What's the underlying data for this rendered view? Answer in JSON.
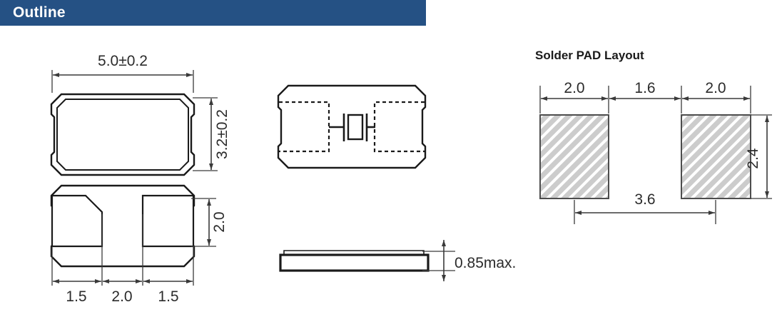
{
  "header": {
    "title": "Outline"
  },
  "pad_section": {
    "title": "Solder PAD Layout"
  },
  "outline_view": {
    "name": "top-view",
    "width_dimension": "5.0±0.2",
    "height_dimension": "3.2±0.2"
  },
  "bottom_view": {
    "name": "bottom-view",
    "height_dimension": "2.0",
    "segment_dimensions": [
      "1.5",
      "2.0",
      "1.5"
    ]
  },
  "internal_view": {
    "name": "internal-view"
  },
  "side_view": {
    "name": "side-view",
    "thickness_dimension": "0.85max."
  },
  "solder_pad_layout": {
    "pad_width_left": "2.0",
    "pad_gap": "1.6",
    "pad_width_right": "2.0",
    "pad_height": "2.4",
    "pad_pitch": "3.6"
  },
  "colors": {
    "header_bg": "#255184",
    "header_text": "#ffffff",
    "line": "#1a1a1a",
    "dimension_line": "#3a3a3a",
    "dimension_text": "#2b2b2b",
    "pad_fill": "#cccccc",
    "pad_hatch": "#ffffff",
    "pad_stroke": "#4d4d4d"
  }
}
